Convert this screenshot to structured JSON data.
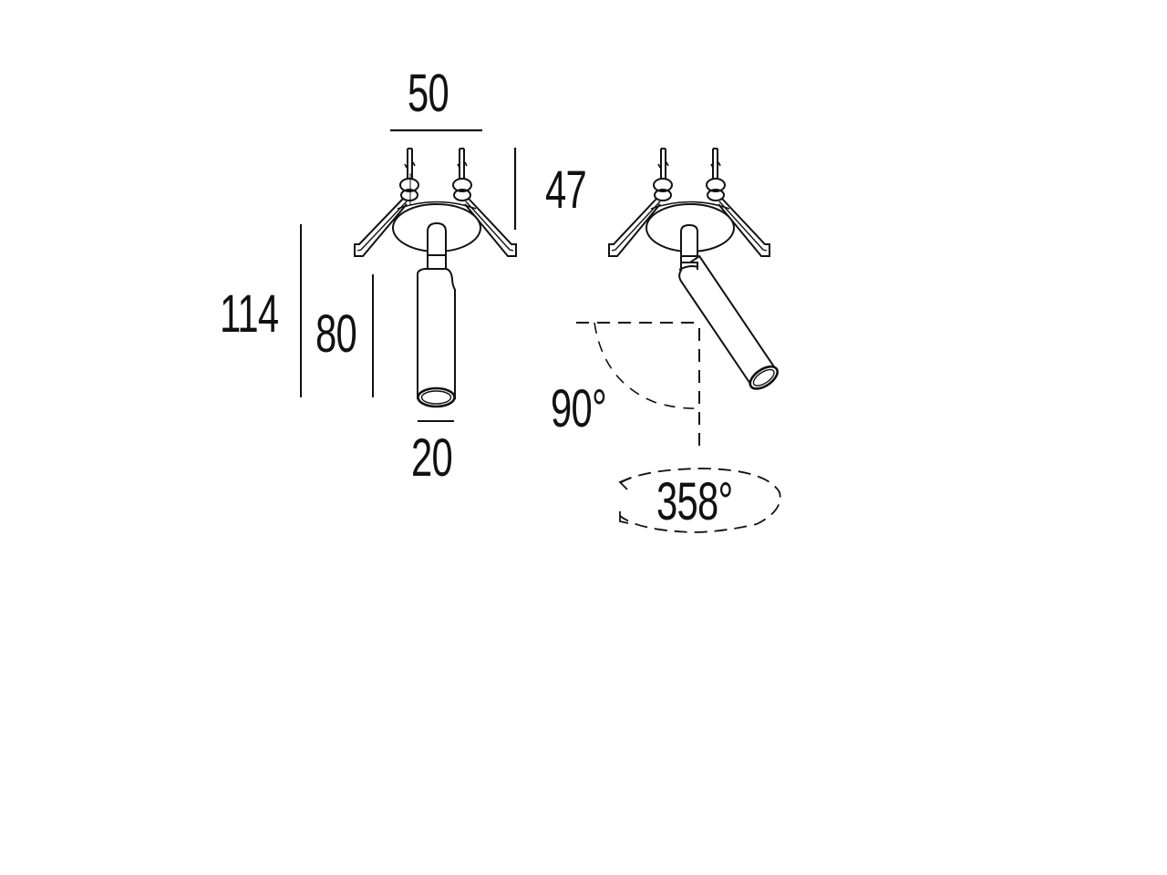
{
  "diagram": {
    "type": "technical-dimension-drawing",
    "subject": "recessed adjustable spotlight with spring clips",
    "views": [
      {
        "name": "front-view-straight",
        "dimensions": {
          "width": "50",
          "clip_height": "47",
          "total_height": "114",
          "body_height": "80",
          "tube_diameter": "20"
        }
      },
      {
        "name": "tilted-view",
        "annotations": {
          "tilt_angle": "90°",
          "rotation_angle": "358°"
        }
      }
    ]
  },
  "colors": {
    "line": "#111111",
    "background": "#ffffff"
  }
}
